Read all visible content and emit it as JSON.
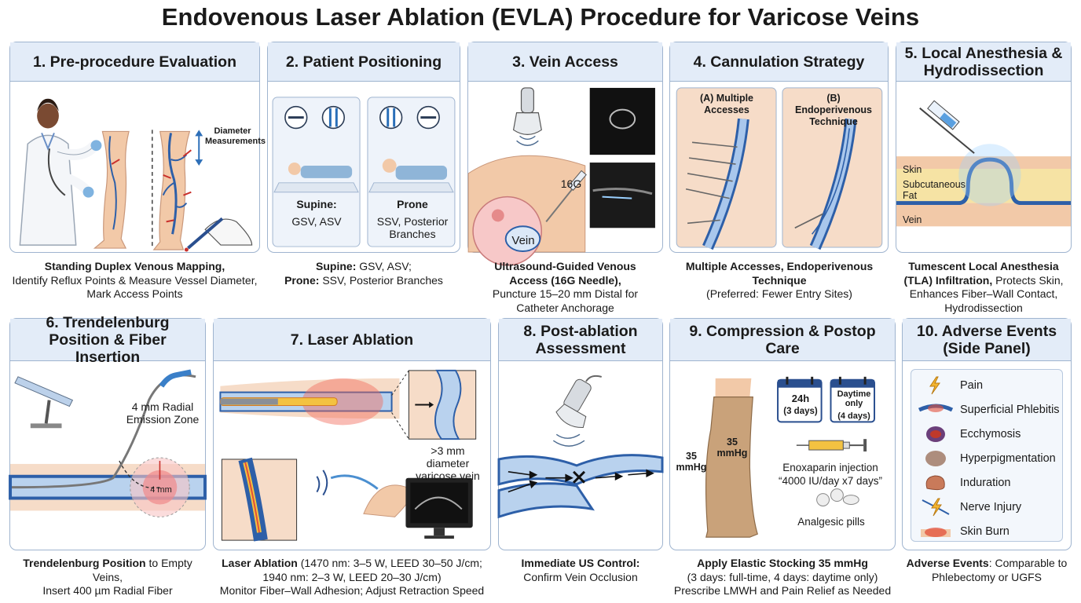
{
  "title": "Endovenous Laser Ablation (EVLA) Procedure for Varicose Veins",
  "panels": {
    "p1": {
      "heading": "1. Pre-procedure Evaluation",
      "label": "Diameter Measurements",
      "caption_bold": "Standing Duplex Venous Mapping,",
      "caption_rest": "Identify Reflux Points & Measure Vessel Diameter, Mark Access Points"
    },
    "p2": {
      "heading": "2. Patient Positioning",
      "supine_title": "Supine:",
      "supine_veins": "GSV, ASV",
      "prone_title": "Prone",
      "prone_veins": "SSV, Posterior Branches",
      "cap_b1": "Supine:",
      "cap_t1": " GSV, ASV;",
      "cap_b2": "Prone:",
      "cap_t2": " SSV, Posterior Branches"
    },
    "p3": {
      "heading": "3. Vein Access",
      "needle_label": "16G",
      "vein_label": "Vein",
      "caption_bold": "Ultrasound-Guided Venous Access (16G Needle),",
      "caption_rest": "Puncture 15–20 mm Distal for Catheter Anchorage"
    },
    "p4": {
      "heading": "4. Cannulation Strategy",
      "sub_a": "(A) Multiple Accesses",
      "sub_b": "(B) Endoperivenous Technique",
      "caption_bold": "Multiple Accesses, Endoperivenous Technique",
      "caption_rest": "(Preferred: Fewer Entry Sites)"
    },
    "p5": {
      "heading": "5. Local Anesthesia & Hydrodissection",
      "skin": "Skin",
      "fat": "Subcutaneous Fat",
      "vein": "Vein",
      "caption_bold": "Tumescent Local Anesthesia (TLA) Infiltration,",
      "caption_rest": " Protects Skin, Enhances Fiber–Wall Contact, Hydrodissection"
    },
    "p6": {
      "heading": "6. Trendelenburg Position & Fiber Insertion",
      "zone_label": "4 mm Radial Emission Zone",
      "zone_value": "4 mm",
      "caption_bold": "Trendelenburg Position",
      "caption_rest1": " to Empty Veins,",
      "caption_rest2": "Insert 400 µm Radial Fiber"
    },
    "p7": {
      "heading": "7. Laser Ablation",
      "diam_label": ">3 mm diameter varicose vein",
      "caption_bold": "Laser Ablation",
      "caption_rest1": " (1470 nm: 3–5 W, LEED 30–50 J/cm;",
      "caption_rest2": "1940 nm: 2–3 W, LEED 20–30 J/cm)",
      "caption_rest3": "Monitor Fiber–Wall Adhesion; Adjust Retraction Speed"
    },
    "p8": {
      "heading": "8. Post-ablation Assessment",
      "caption_bold": "Immediate US Control:",
      "caption_rest": "Confirm Vein Occlusion"
    },
    "p9": {
      "heading": "9. Compression & Postop Care",
      "pressure_left": "35 mmHg",
      "pressure_on": "35 mmHg",
      "cal1_top": "24h",
      "cal1_bottom": "(3 days)",
      "cal2_top": "Daytime only",
      "cal2_bottom": "(4 days)",
      "injection": "Enoxaparin injection",
      "injection_dose": "“4000 IU/day x7 days”",
      "pills": "Analgesic pills",
      "caption_bold": "Apply Elastic Stocking 35 mmHg",
      "caption_rest1": "(3 days: full-time, 4 days: daytime only)",
      "caption_rest2": "Prescribe LMWH and Pain Relief as Needed"
    },
    "p10": {
      "heading": "10. Adverse Events (Side Panel)",
      "events": [
        "Pain",
        "Superficial Phlebitis",
        "Ecchymosis",
        "Hyperpigmentation",
        "Induration",
        "Nerve Injury",
        "Skin Burn"
      ],
      "caption_bold": "Adverse Events",
      "caption_rest": ": Comparable to Phlebectomy or UGFS"
    }
  }
}
